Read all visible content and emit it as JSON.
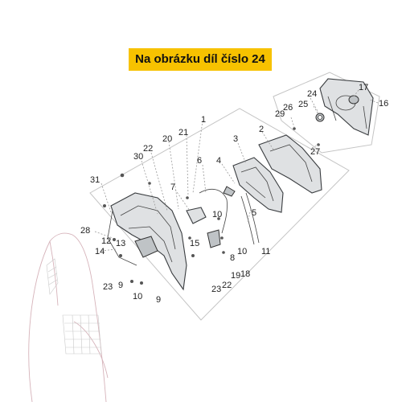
{
  "banner": {
    "text": "Na obrázku díl číslo 24"
  },
  "colors": {
    "banner": "#f7c200",
    "lines": "#3a3d40",
    "ghost_body": "#d6b3ba"
  },
  "callouts": {
    "c1": "1",
    "c2": "2",
    "c3": "3",
    "c4": "4",
    "c5": "5",
    "c6": "6",
    "c7": "7",
    "c8": "8",
    "c9a": "9",
    "c9b": "9",
    "c10a": "10",
    "c10b": "10",
    "c10c": "10",
    "c11": "11",
    "c12": "12",
    "c13": "13",
    "c14": "14",
    "c15": "15",
    "c16": "16",
    "c17": "17",
    "c18": "18",
    "c19": "19",
    "c20": "20",
    "c21": "21",
    "c22a": "22",
    "c22b": "22",
    "c23a": "23",
    "c23b": "23",
    "c24": "24",
    "c25": "25",
    "c26": "26",
    "c27": "27",
    "c28": "28",
    "c29": "29",
    "c30": "30",
    "c31": "31"
  }
}
